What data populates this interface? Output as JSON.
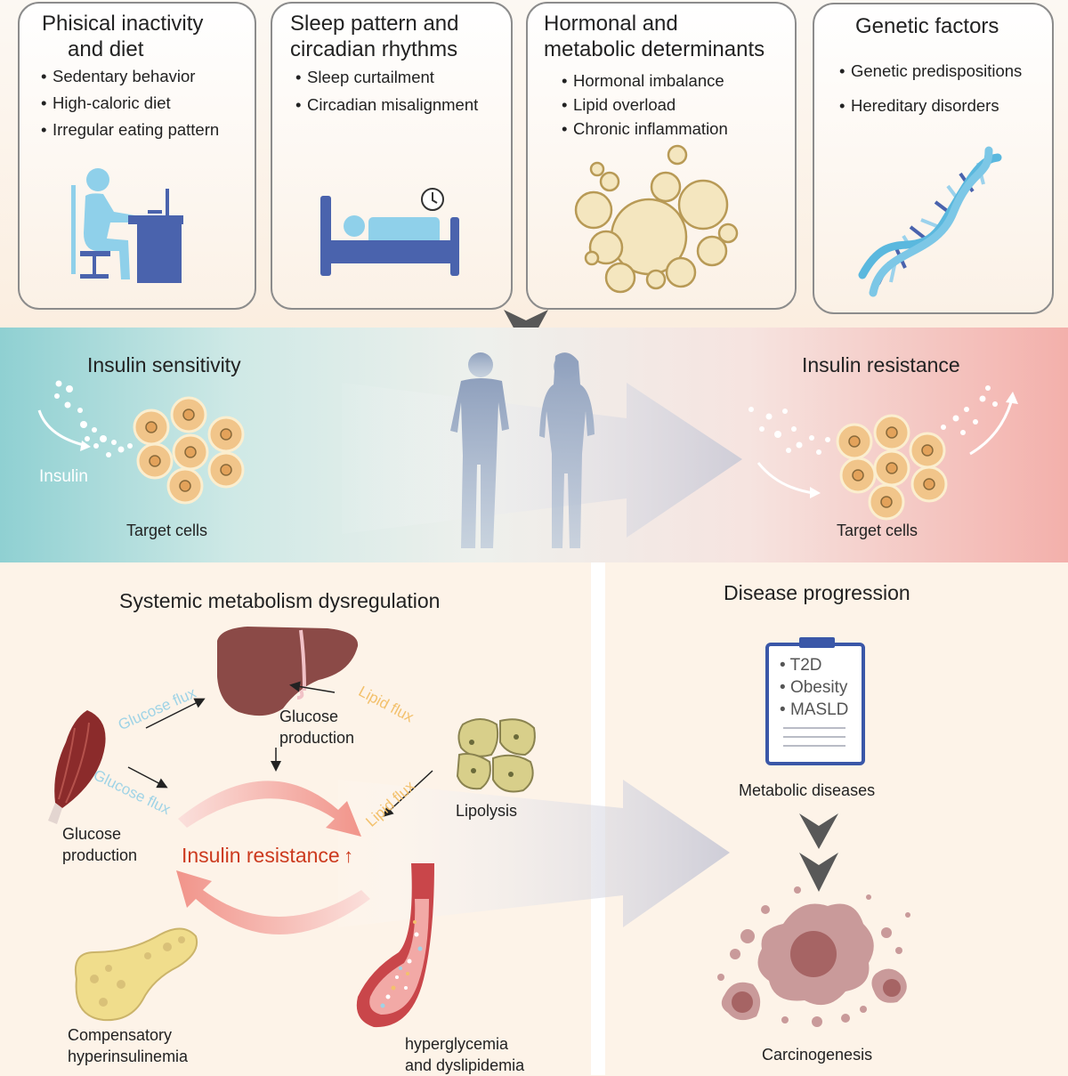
{
  "cards": [
    {
      "title_line1": "Phisical inactivity",
      "title_line2": "and diet",
      "bullets": [
        "Sedentary behavior",
        "High-caloric diet",
        "Irregular eating pattern"
      ]
    },
    {
      "title_line1": "Sleep pattern and",
      "title_line2": "circadian rhythms",
      "bullets": [
        "Sleep curtailment",
        "Circadian misalignment"
      ]
    },
    {
      "title_line1": "Hormonal and",
      "title_line2": "metabolic determinants",
      "bullets": [
        "Hormonal imbalance",
        "Lipid overload",
        "Chronic inflammation"
      ]
    },
    {
      "title_line1": "Genetic factors",
      "bullets": [
        "Genetic predispositions",
        "Hereditary disorders"
      ]
    }
  ],
  "middle": {
    "sensitivity_title": "Insulin sensitivity",
    "resistance_title": "Insulin resistance",
    "insulin_label": "Insulin",
    "target_cells_left": "Target cells",
    "target_cells_right": "Target cells"
  },
  "systemic": {
    "title": "Systemic metabolism dysregulation",
    "glucose_flux_top": "Glucose flux",
    "glucose_flux_bottom": "Glucose flux",
    "lipid_flux_top": "Lipid flux",
    "lipid_flux_bottom": "Lipid flux",
    "liver_glucose_line1": "Glucose",
    "liver_glucose_line2": "production",
    "muscle_glucose_line1": "Glucose",
    "muscle_glucose_line2": "production",
    "lipolysis": "Lipolysis",
    "insulin_resistance": "Insulin resistance",
    "hyperinsulinemia_line1": "Compensatory",
    "hyperinsulinemia_line2": "hyperinsulinemia",
    "hyperglycemia_line1": "hyperglycemia",
    "hyperglycemia_line2": "and dyslipidemia"
  },
  "disease": {
    "title": "Disease progression",
    "clipboard_items": [
      "T2D",
      "Obesity",
      "MASLD"
    ],
    "metabolic_label": "Metabolic diseases",
    "carcinogenesis_label": "Carcinogenesis"
  },
  "colors": {
    "teal": "#8fd0d2",
    "pink": "#f3b0ab",
    "accent_red": "#cc3a1e",
    "glucose_flux": "#9fd3e6",
    "lipid_flux": "#f3c16d",
    "card_border": "#8c8c8c",
    "person": "#8fa4c0",
    "bed": "#4a63ad"
  }
}
